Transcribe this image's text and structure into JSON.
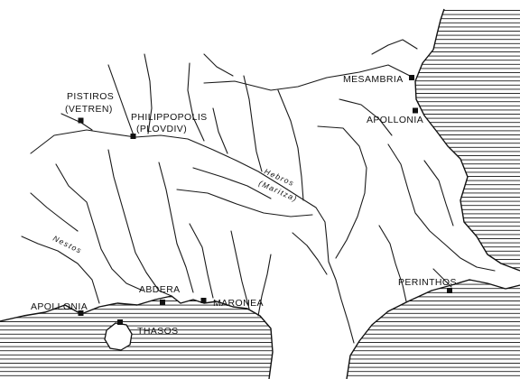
{
  "colors": {
    "ink": "#111111",
    "paper": "#ffffff"
  },
  "cities": [
    {
      "id": "pistiros",
      "line1": "PISTIROS",
      "line2": "(VETREN)"
    },
    {
      "id": "philippopolis",
      "line1": "PHILIPPOPOLIS",
      "line2": "(PLOVDIV)"
    },
    {
      "id": "mesambria",
      "line1": "MESAMBRIA"
    },
    {
      "id": "apollonia-north",
      "line1": "APOLLONIA"
    },
    {
      "id": "abdera",
      "line1": "ABDERA"
    },
    {
      "id": "maronea",
      "line1": "MARONEA"
    },
    {
      "id": "apollonia-south",
      "line1": "APOLLONIA"
    },
    {
      "id": "thasos",
      "line1": "THASOS"
    },
    {
      "id": "perinthos",
      "line1": "PERINTHOS"
    }
  ],
  "rivers": {
    "hebros": {
      "line1": "Hebros",
      "line2": "(Maritza)"
    },
    "nestos": {
      "line1": "Nestos"
    }
  }
}
